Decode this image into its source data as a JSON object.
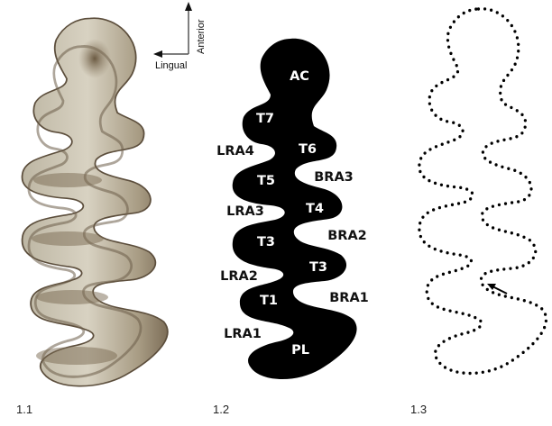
{
  "compass": {
    "anterior": "Anterior",
    "lingual": "Lingual"
  },
  "panels": [
    {
      "label": "1.1",
      "content": "photo"
    },
    {
      "label": "1.2",
      "content": "silhouette"
    },
    {
      "label": "1.3",
      "content": "dotted-outline"
    }
  ],
  "silhouette_labels": {
    "inside": [
      "AC",
      "T7",
      "T6",
      "T5",
      "T4",
      "T3",
      "T3",
      "T1",
      "PL"
    ],
    "lingual": [
      "LRA4",
      "LRA3",
      "LRA2",
      "LRA1"
    ],
    "buccal": [
      "BRA3",
      "BRA2",
      "BRA1"
    ]
  },
  "colors": {
    "silhouette": "#000000",
    "tooth_light": "#c9c2b0",
    "tooth_dark": "#6e5e48"
  }
}
